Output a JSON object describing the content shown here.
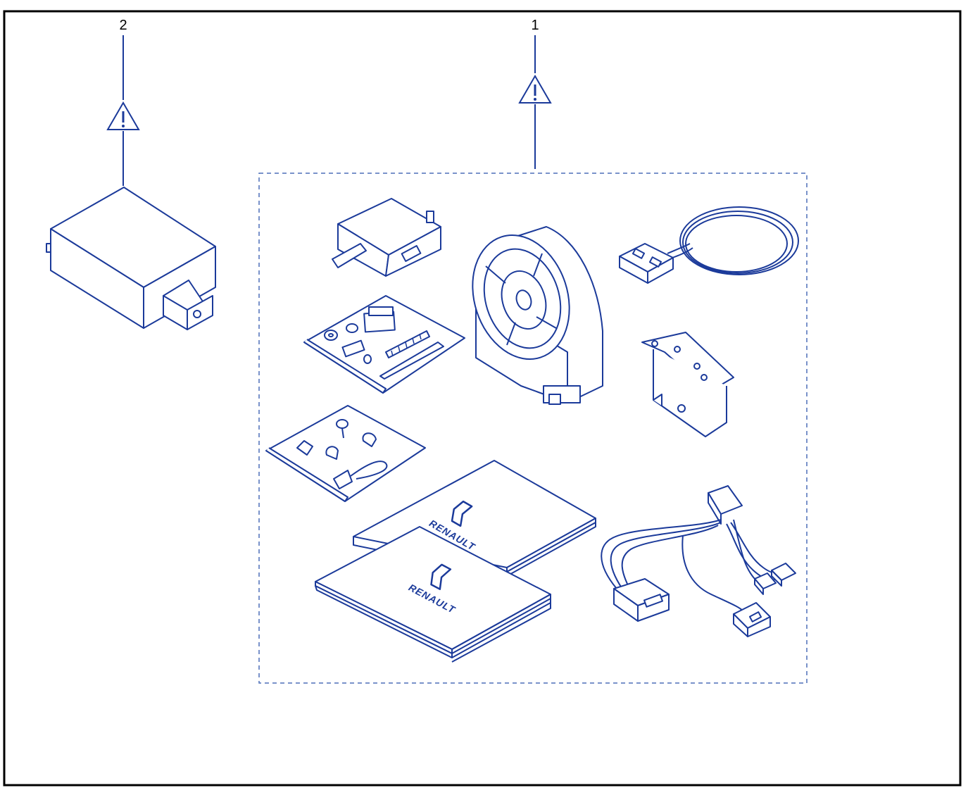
{
  "callouts": [
    {
      "number": "1",
      "warning_icon": "warning-triangle-icon"
    },
    {
      "number": "2",
      "warning_icon": "warning-triangle-icon"
    }
  ],
  "kit_group": {
    "label": ""
  },
  "booklets": [
    {
      "brand_text": "RENAULT"
    },
    {
      "brand_text": "RENAULT"
    }
  ],
  "colors": {
    "line": "#1b3a9a",
    "frame": "#000000",
    "dashed": "#4d6fb8",
    "background": "#ffffff"
  }
}
